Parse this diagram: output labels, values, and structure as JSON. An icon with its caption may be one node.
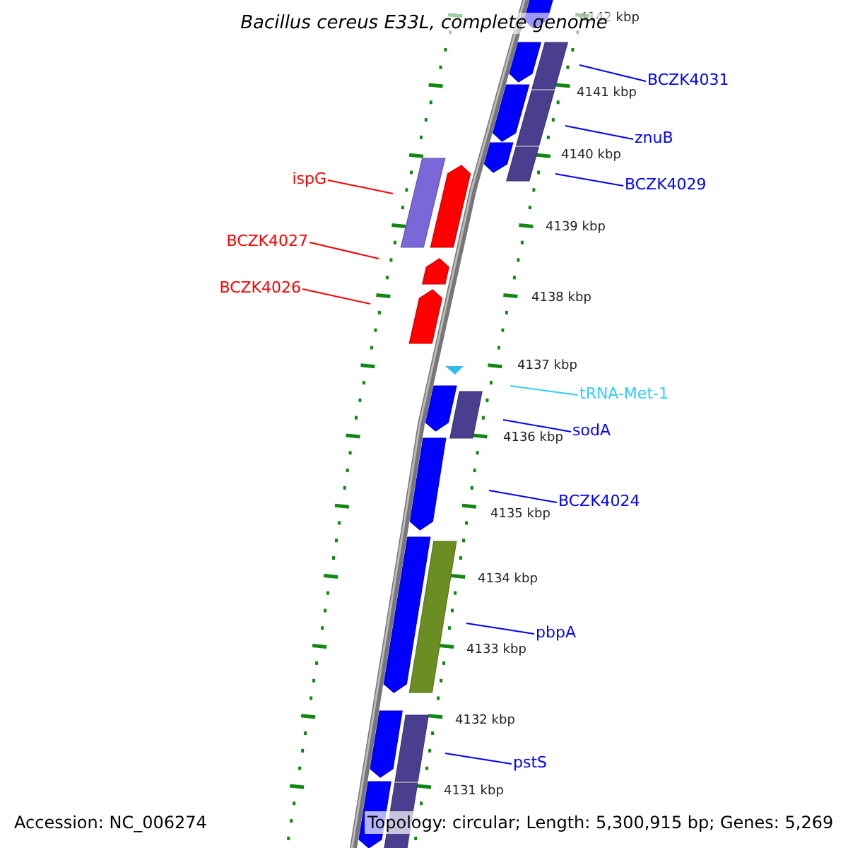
{
  "diagram": {
    "title": "Bacillus cereus E33L, complete genome",
    "nodes": [
      {
        "text": [
          "BCZK4031"
        ]
      },
      {
        "text": [
          "znuB"
        ]
      },
      {
        "text": [
          "BCZK4029"
        ]
      },
      {
        "text": [
          "ispG"
        ]
      },
      {
        "text": [
          "BCZK4027"
        ]
      },
      {
        "text": [
          "BCZK4026"
        ]
      },
      {
        "text": [
          "tRNA-Met-1"
        ]
      },
      {
        "text": [
          "sodA"
        ]
      },
      {
        "text": [
          "BCZK4024"
        ]
      },
      {
        "text": [
          "pbpA"
        ]
      },
      {
        "text": [
          "pstS"
        ]
      }
    ],
    "edges": [
      {
        "from": 0,
        "to": null,
        "arrow": "none"
      },
      {
        "from": 1,
        "to": null,
        "arrow": "none"
      },
      {
        "from": 2,
        "to": null,
        "arrow": "none"
      },
      {
        "from": 3,
        "to": null,
        "arrow": "none",
        "color": "#ff0000"
      },
      {
        "from": 4,
        "to": null,
        "arrow": "none",
        "color": "#ff0000"
      },
      {
        "from": 5,
        "to": null,
        "arrow": "none",
        "color": "#ff0000"
      },
      {
        "from": 6,
        "to": null,
        "arrow": "none",
        "color": "#33ccff"
      },
      {
        "from": 7,
        "to": null,
        "arrow": "none"
      },
      {
        "from": 8,
        "to": null,
        "arrow": "none"
      },
      {
        "from": 9,
        "to": null,
        "arrow": "none"
      },
      {
        "from": 10,
        "to": null,
        "arrow": "none"
      }
    ],
    "labels": [
      "4142 kbp",
      "4141 kbp",
      "4140 kbp",
      "4139 kbp",
      "4138 kbp",
      "4137 kbp",
      "4136 kbp",
      "4135 kbp",
      "4134 kbp",
      "4133 kbp",
      "4132 kbp",
      "4131 kbp",
      "Accession: NC_006274",
      "Topology: circular; Length: 5,300,915 bp; Genes: 5,269"
    ]
  }
}
